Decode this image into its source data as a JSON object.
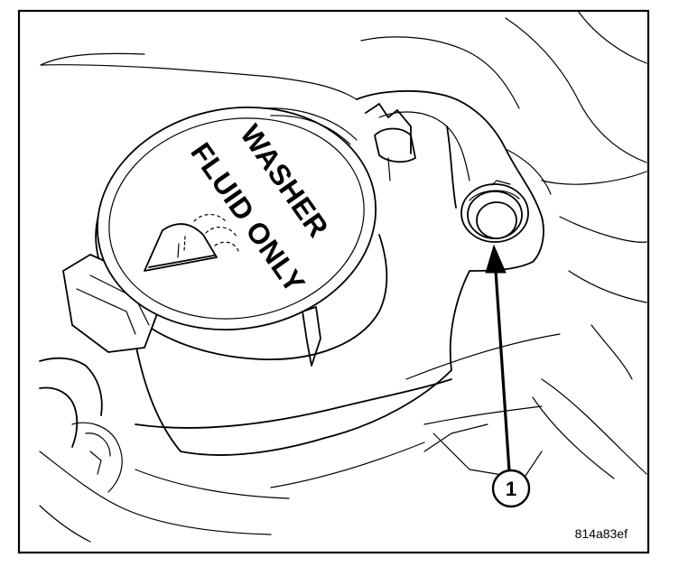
{
  "cap_label": {
    "line1": "WASHER",
    "line2": "FLUID ONLY"
  },
  "callouts": [
    {
      "number": "1"
    }
  ],
  "figure_code": "814a83ef",
  "colors": {
    "ink": "#000000",
    "paper": "#ffffff"
  },
  "icons": {
    "cap_symbol": "windshield-washer-icon"
  }
}
